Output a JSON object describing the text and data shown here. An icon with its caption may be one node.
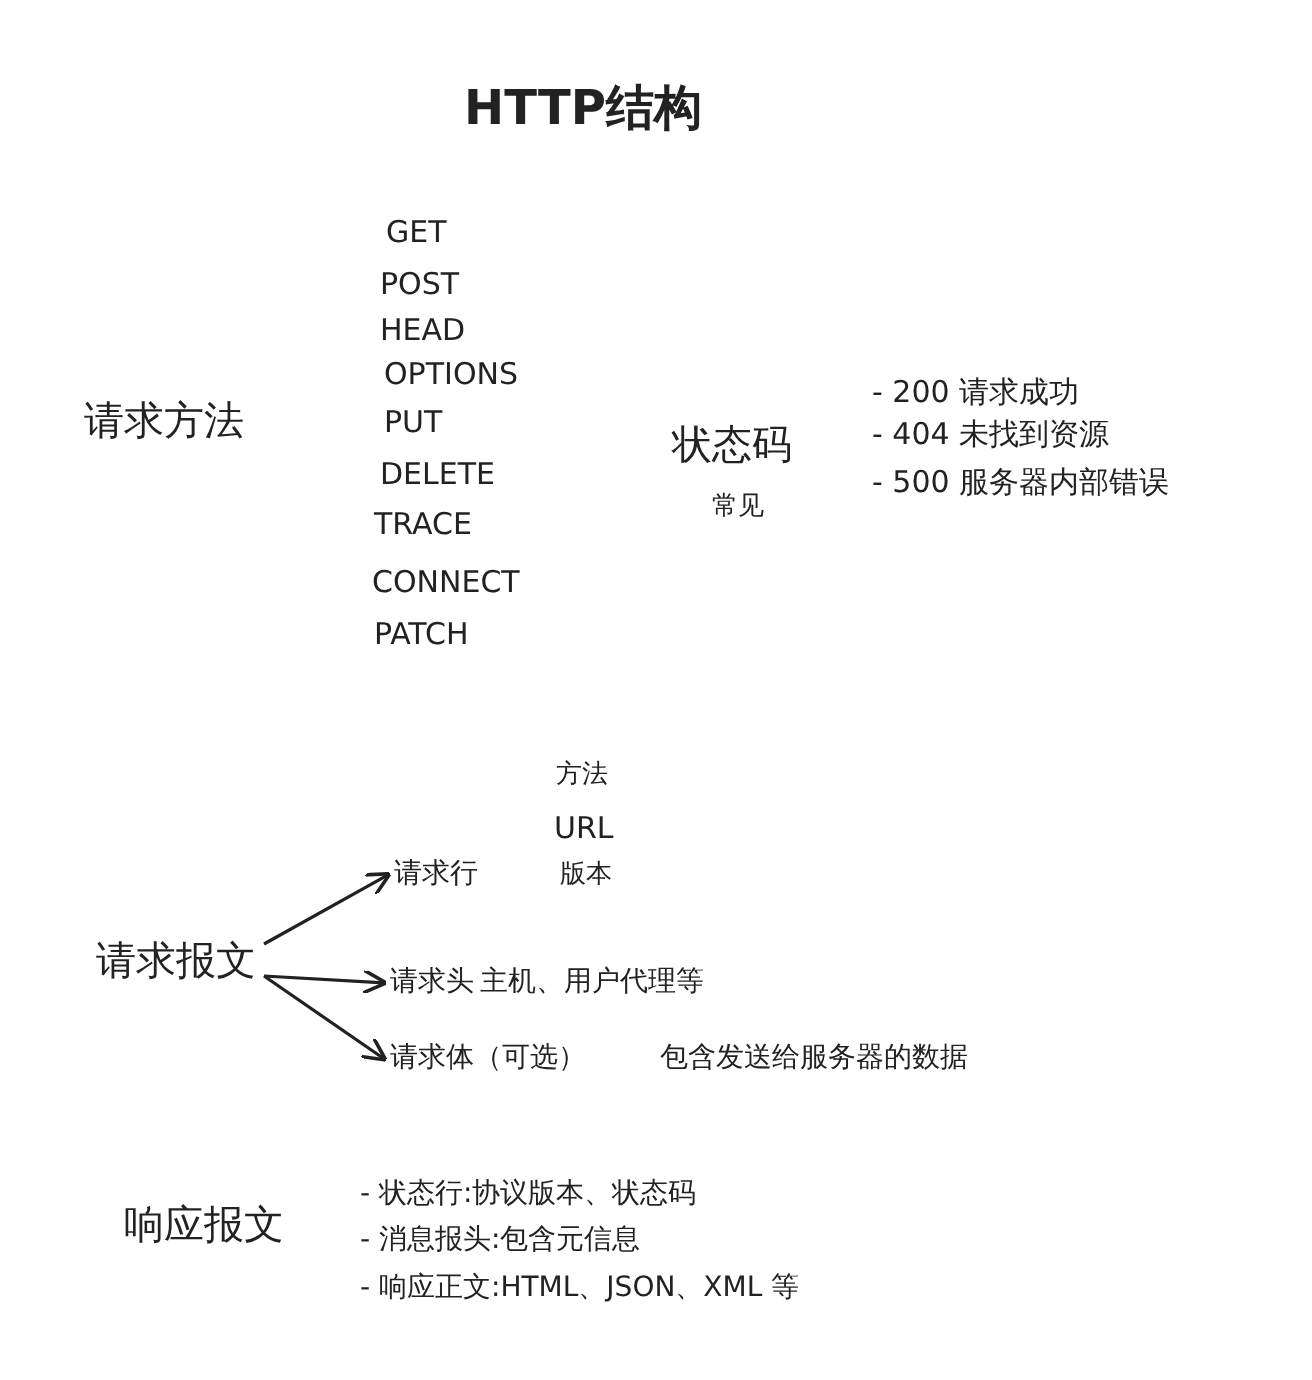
{
  "diagram": {
    "title": "HTTP结构",
    "nodes": [
      {
        "text": [
          "请求报文"
        ]
      },
      {
        "text": [
          "请求行"
        ]
      },
      {
        "text": [
          "请求头"
        ]
      },
      {
        "text": [
          "请求体（可选）"
        ]
      }
    ],
    "edges": [
      {
        "from": 0,
        "to": 1,
        "arrow": "to"
      },
      {
        "from": 0,
        "to": 2,
        "arrow": "to"
      },
      {
        "from": 0,
        "to": 3,
        "arrow": "to"
      }
    ],
    "labels": [
      "GET",
      "POST",
      "HEAD",
      "OPTIONS",
      "PUT",
      "DELETE",
      "TRACE",
      "CONNECT",
      "PATCH",
      "请求方法",
      "状态码",
      "常见",
      "- 200 请求成功",
      "- 404 未找到资源",
      "- 500 服务器内部错误",
      "方法",
      "URL",
      "版本",
      "主机、用户代理等",
      "包含发送给服务器的数据",
      "响应报文",
      "- 状态行:协议版本、状态码",
      "- 消息报头:包含元信息",
      "- 响应正文:HTML、JSON、XML 等"
    ]
  }
}
